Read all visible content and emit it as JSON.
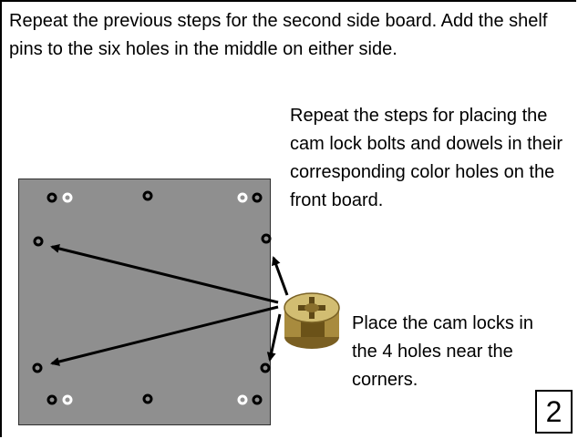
{
  "instructions": {
    "main": "Repeat the previous steps for the second side board. Add the shelf pins to the six holes in the middle on either side.",
    "cam_bolts": "Repeat the steps for placing the cam lock bolts and dowels in their corresponding color holes on the front board.",
    "cam_locks": "Place the cam locks in the 4 holes near the corners."
  },
  "page_number": "2",
  "illustration": {
    "board_color": "#8f8f8f",
    "hole_colors": {
      "black": "#000000",
      "white": "#ffffff"
    },
    "icons": [
      "board-diagram",
      "cam-lock-icon",
      "arrow-icon"
    ]
  }
}
